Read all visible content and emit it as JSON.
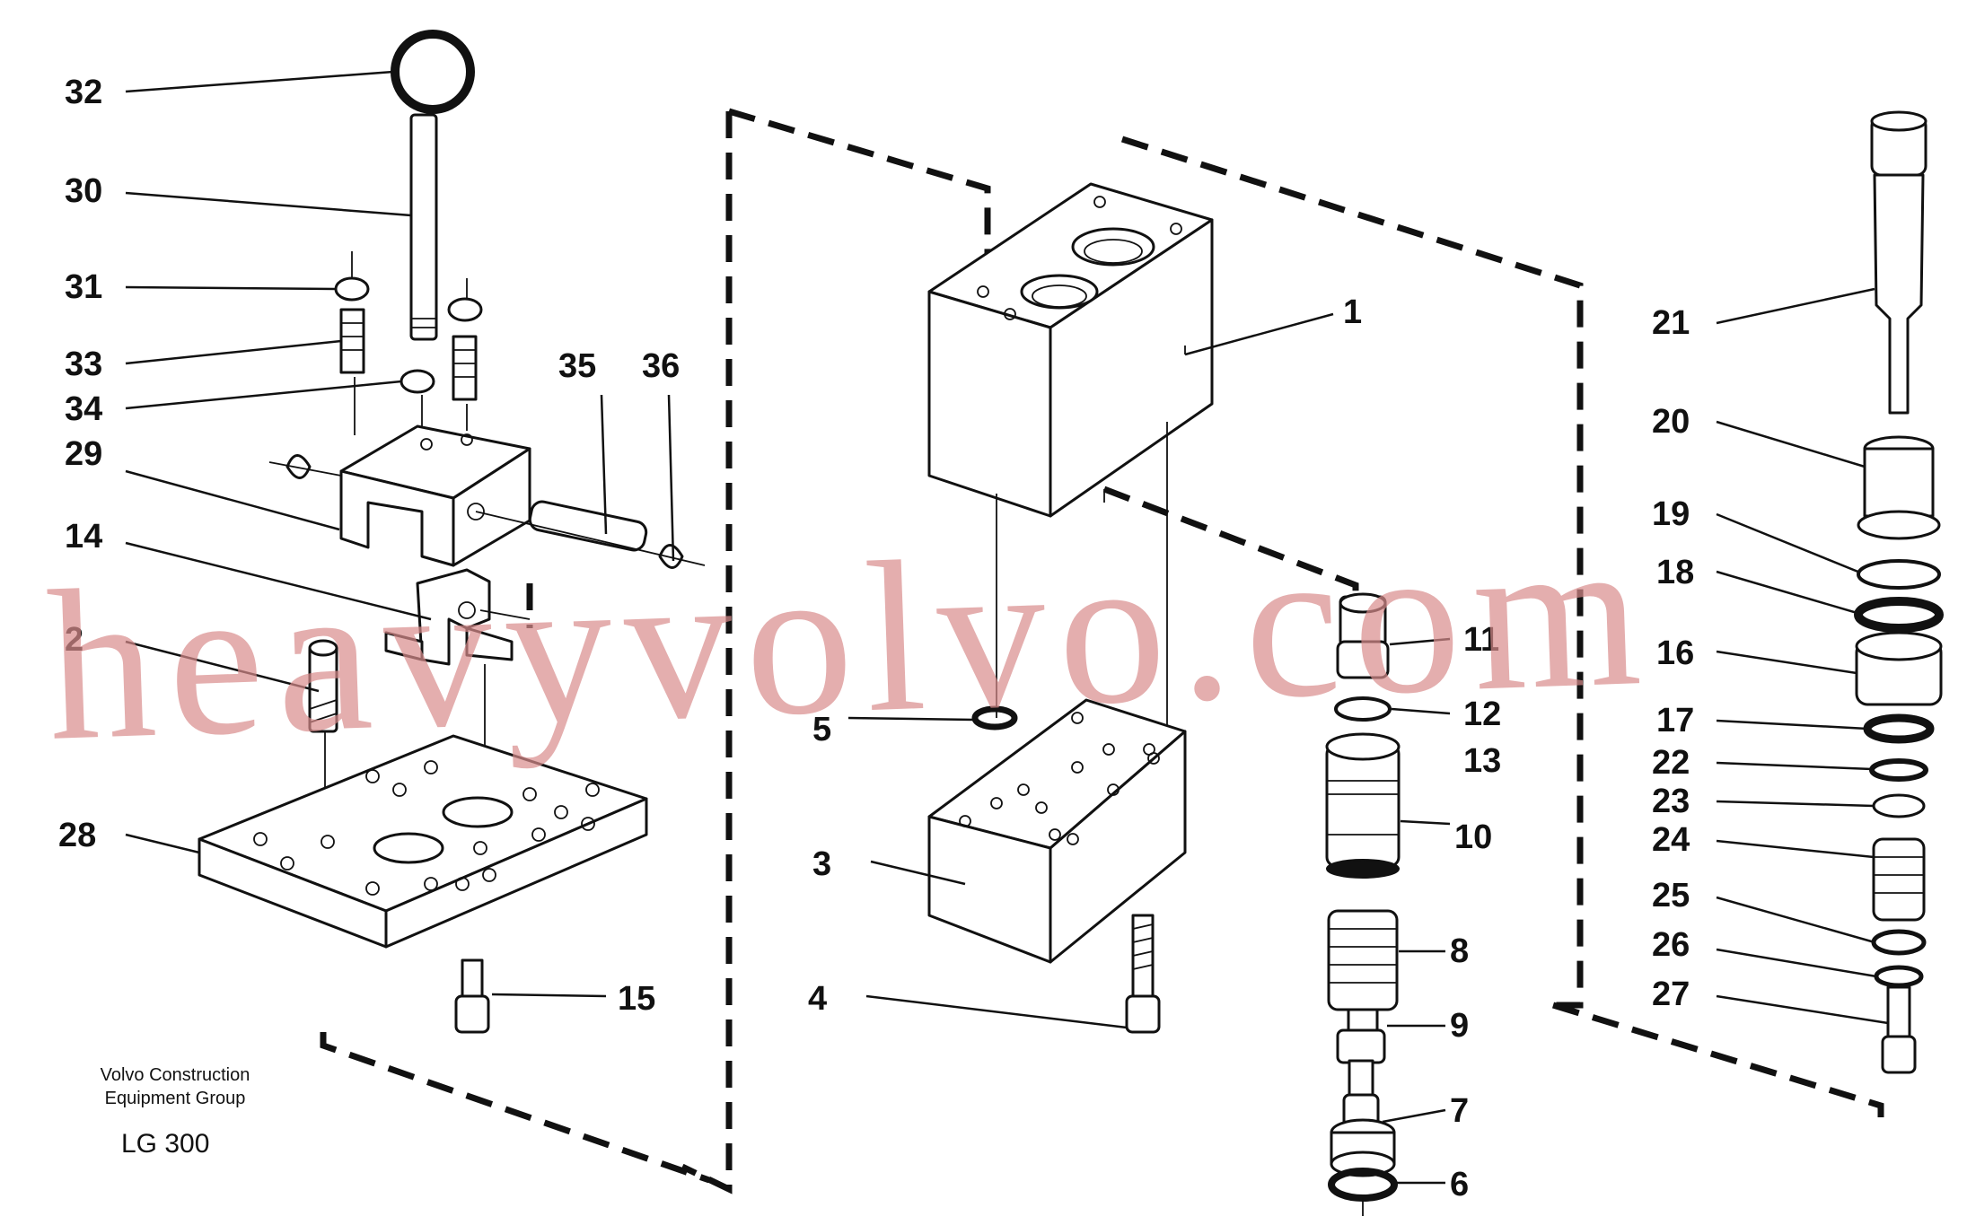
{
  "watermark": "heavyvolvo.com",
  "company": {
    "line1": "Volvo Construction",
    "line2": "Equipment Group"
  },
  "drawing_code": "LG 300",
  "callouts": [
    "32",
    "30",
    "31",
    "33",
    "34",
    "29",
    "35",
    "36",
    "14",
    "2",
    "28",
    "15",
    "1",
    "5",
    "3",
    "4",
    "11",
    "12",
    "13",
    "10",
    "8",
    "9",
    "7",
    "6",
    "21",
    "20",
    "19",
    "18",
    "16",
    "17",
    "22",
    "23",
    "24",
    "25",
    "26",
    "27"
  ],
  "colors": {
    "line": "#111111",
    "watermark": "#d98c8c",
    "background": "#ffffff"
  }
}
